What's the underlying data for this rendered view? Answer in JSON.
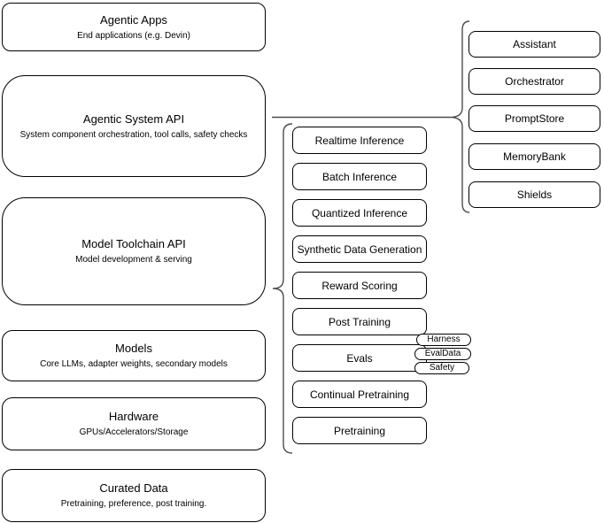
{
  "diagram": {
    "left_stack": [
      {
        "title": "Agentic Apps",
        "subtitle": "End applications (e.g. Devin)"
      },
      {
        "title": "Agentic System API",
        "subtitle": "System component orchestration, tool calls, safety checks"
      },
      {
        "title": "Model Toolchain API",
        "subtitle": "Model development & serving"
      },
      {
        "title": "Models",
        "subtitle": "Core LLMs, adapter weights, secondary models"
      },
      {
        "title": "Hardware",
        "subtitle": "GPUs/Accelerators/Storage"
      },
      {
        "title": "Curated Data",
        "subtitle": "Pretraining, preference, post training."
      }
    ],
    "toolchain_items": [
      "Realtime Inference",
      "Batch Inference",
      "Quantized Inference",
      "Synthetic Data Generation",
      "Reward Scoring",
      "Post Training",
      "Evals",
      "Continual Pretraining",
      "Pretraining"
    ],
    "eval_tags": [
      "Harness",
      "EvalData",
      "Safety"
    ],
    "system_components": [
      "Assistant",
      "Orchestrator",
      "PromptStore",
      "MemoryBank",
      "Shields"
    ],
    "colors": {
      "box_fill": "#ffffff",
      "box_border": "#000000",
      "connector": "#4d4d4d",
      "text": "#000000",
      "background": "#ffffff"
    }
  }
}
